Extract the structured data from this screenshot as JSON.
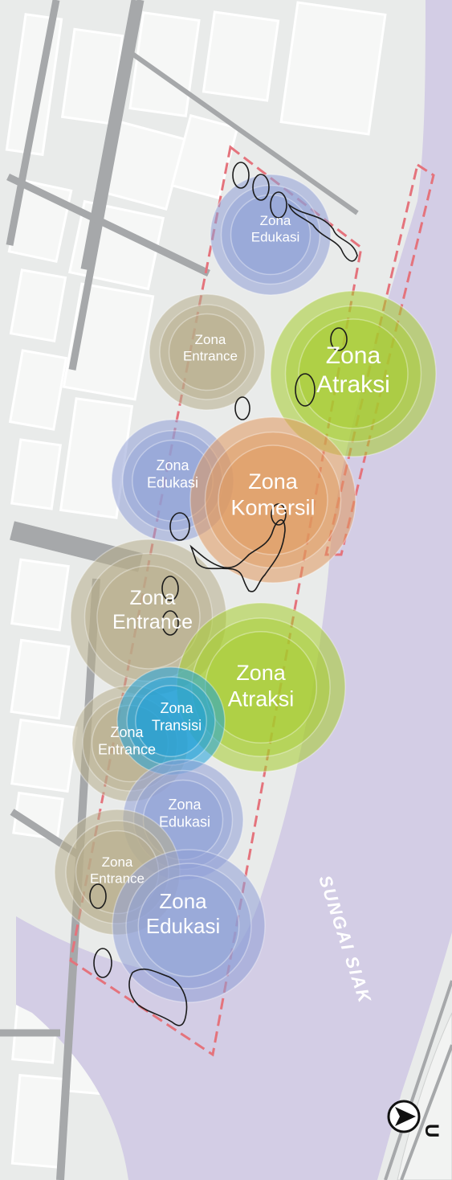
{
  "map": {
    "river_label": "SUNGAI SIAK",
    "north_label": "U",
    "colors": {
      "river": "#d3cde5",
      "land": "#e9ebea",
      "block": "#f6f7f6",
      "road": "#a6a8aa",
      "boundary": "#e4737c",
      "edukasi": "#8f9fd6",
      "entrance": "#b7ad8a",
      "atraksi": "#a6cc2c",
      "komersil": "#e0985d",
      "transisi": "#1ea0d8"
    }
  },
  "zones": [
    {
      "id": "zone-edukasi-1",
      "type": "edukasi",
      "lines": [
        "Zona",
        "Edukasi"
      ]
    },
    {
      "id": "zone-entrance-1",
      "type": "entrance",
      "lines": [
        "Zona",
        "Entrance"
      ]
    },
    {
      "id": "zone-atraksi-1",
      "type": "atraksi",
      "lines": [
        "Zona",
        "Atraksi"
      ]
    },
    {
      "id": "zone-edukasi-2",
      "type": "edukasi",
      "lines": [
        "Zona",
        "Edukasi"
      ]
    },
    {
      "id": "zone-komersil",
      "type": "komersil",
      "lines": [
        "Zona",
        "Komersil"
      ]
    },
    {
      "id": "zone-entrance-2",
      "type": "entrance",
      "lines": [
        "Zona",
        "Entrance"
      ]
    },
    {
      "id": "zone-atraksi-2",
      "type": "atraksi",
      "lines": [
        "Zona",
        "Atraksi"
      ]
    },
    {
      "id": "zone-entrance-3",
      "type": "entrance",
      "lines": [
        "Zona",
        "Entrance"
      ]
    },
    {
      "id": "zone-transisi",
      "type": "transisi",
      "lines": [
        "Zona",
        "Transisi"
      ]
    },
    {
      "id": "zone-edukasi-3",
      "type": "edukasi",
      "lines": [
        "Zona",
        "Edukasi"
      ]
    },
    {
      "id": "zone-entrance-4",
      "type": "entrance",
      "lines": [
        "Zona",
        "Entrance"
      ]
    },
    {
      "id": "zone-edukasi-4",
      "type": "edukasi",
      "lines": [
        "Zona",
        "Edukasi"
      ]
    }
  ]
}
